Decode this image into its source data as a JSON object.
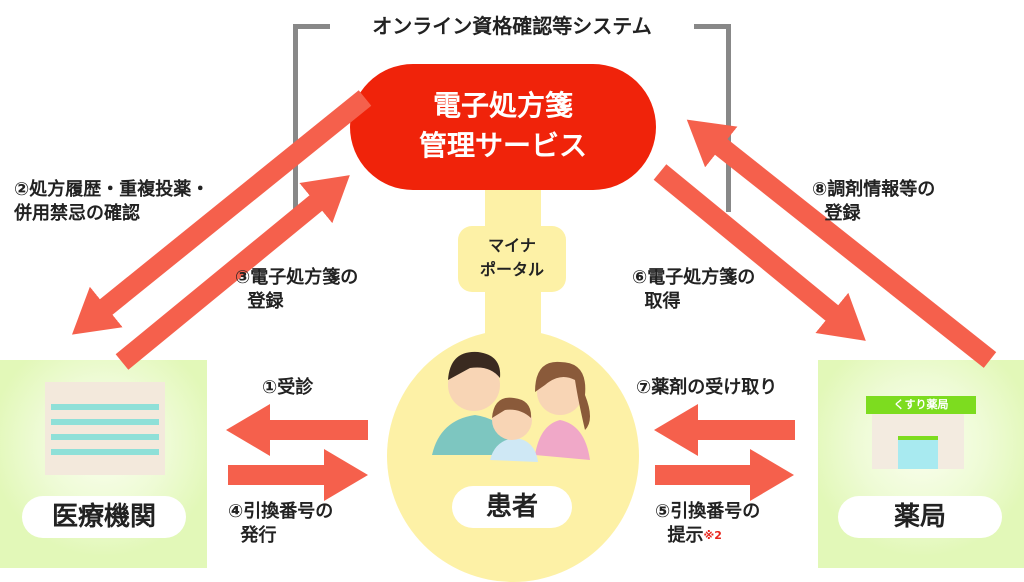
{
  "system_title": "オンライン資格確認等システム",
  "service": {
    "line1": "電子処方箋",
    "line2": "管理サービス"
  },
  "portal": {
    "line1": "マイナ",
    "line2": "ポータル"
  },
  "patient": "患者",
  "hospital": "医療機関",
  "pharmacy": {
    "label": "薬局",
    "sign": "くすり薬局"
  },
  "steps": {
    "s1": "①受診",
    "s2": "②処方履歴・重複投薬・\n併用禁忌の確認",
    "s3": "③電子処方箋の\n  登録",
    "s4": "④引換番号の\n  発行",
    "s5a": "⑤引換番号の\n  提示",
    "s5note": "※2",
    "s6": "⑥電子処方箋の\n  取得",
    "s7": "⑦薬剤の受け取り",
    "s8": "⑧調剤情報等の\n  登録"
  },
  "colors": {
    "service": "#f0230a",
    "arrow": "#f5604c",
    "patient_bg": "#fdf1a6",
    "box_bg": "#e2f8b8"
  }
}
